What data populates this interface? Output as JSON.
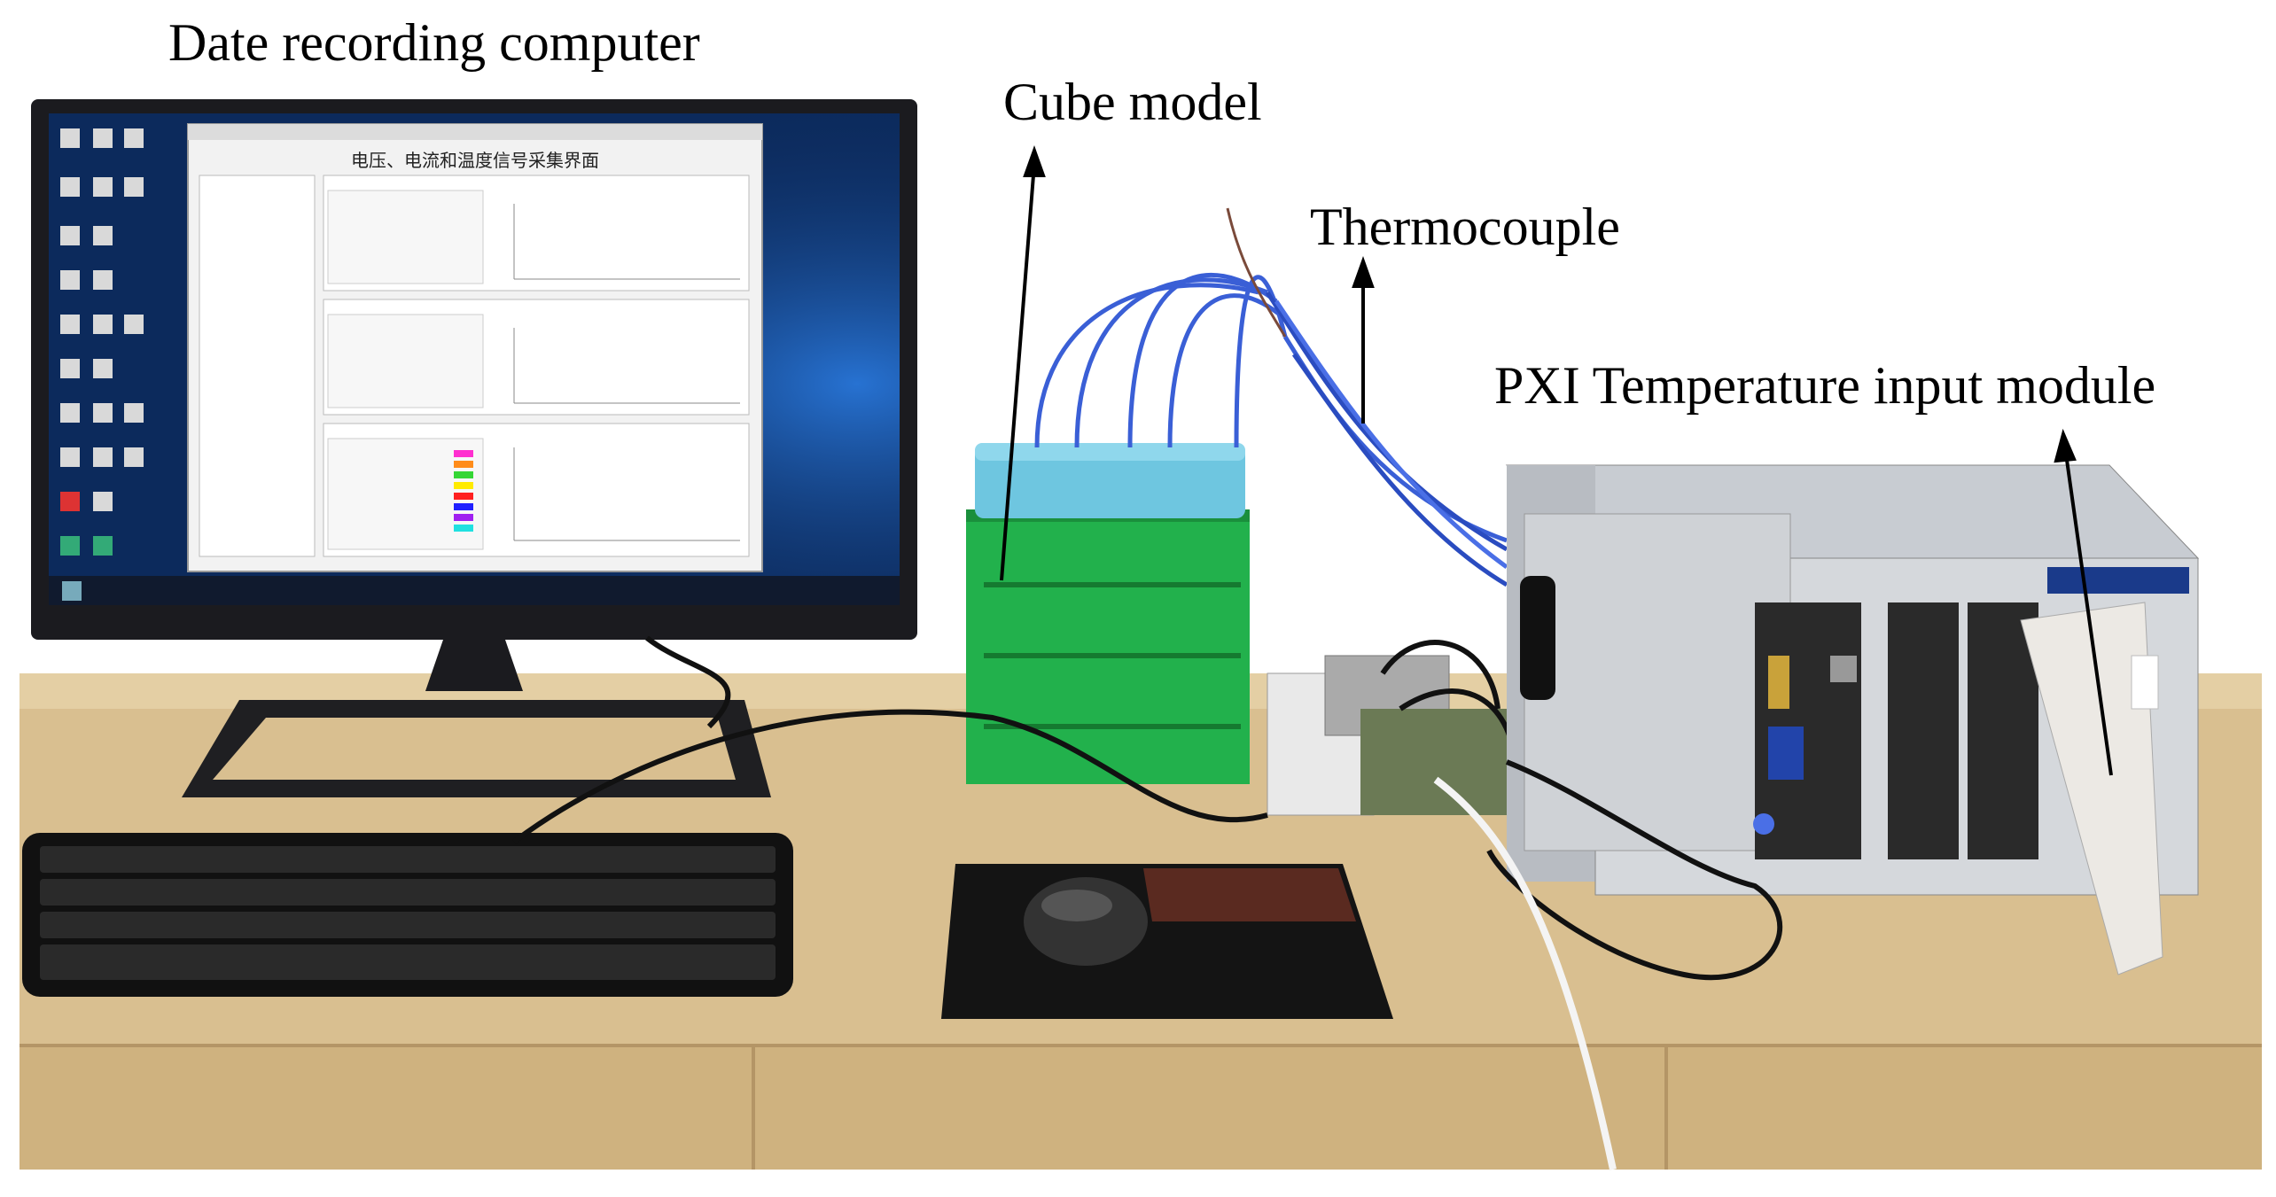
{
  "labels": {
    "computer": "Date recording computer",
    "cube": "Cube model",
    "thermocouple": "Thermocouple",
    "pxi": "PXI Temperature input module"
  },
  "screen": {
    "window_title": "电压、电流和温度信号采集界面"
  },
  "colors": {
    "desk": "#d9bf90",
    "cube_model": "#22b14c",
    "foam_top": "#6ec6e0",
    "wires": "#3a5fd6",
    "chassis": "#c8ccd2"
  }
}
